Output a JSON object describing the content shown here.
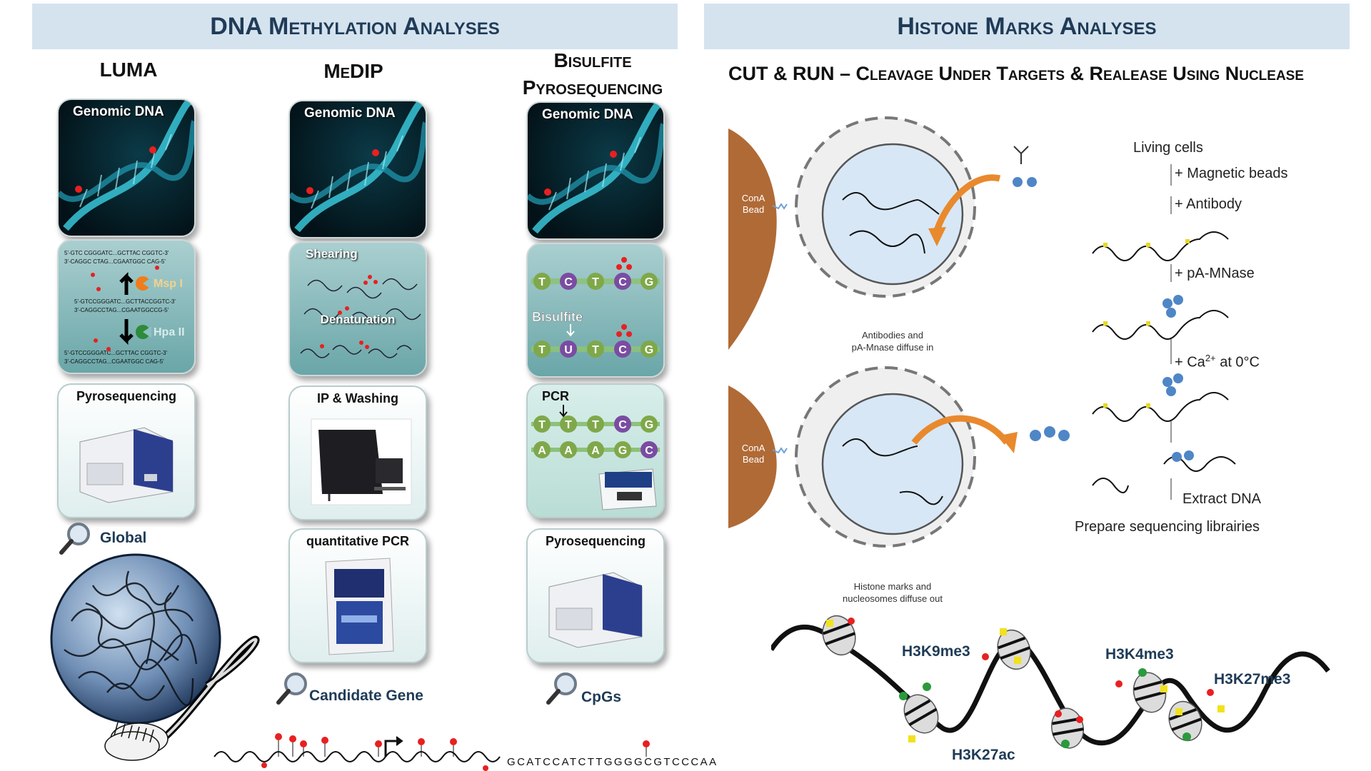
{
  "banners": {
    "dna": "DNA Methylation Analyses",
    "histone": "Histone Marks Analyses"
  },
  "columns": {
    "luma": "LUMA",
    "medip": "MeDIP",
    "bisulfite_line1": "Bisulfite",
    "bisulfite_line2": "Pyrosequencing"
  },
  "tiles": {
    "genomic_dna": "Genomic DNA",
    "msp": "Msp I",
    "hpa": "Hpa II",
    "pyrosequencing": "Pyrosequencing",
    "shearing": "Shearing",
    "denaturation": "Denaturation",
    "ip_washing": "IP & Washing",
    "qpcr": "quantitative PCR",
    "bisulfite": "Bisulfite",
    "pcr": "PCR"
  },
  "msp_seq": {
    "top1": "5'-GTC  CGGGATC...GCTTAC  CGGTC-3'",
    "top2": "3'-CAGGC  CTAG...CGAATGGC  CAG-5'",
    "mid1": "5'-GTCCGGGATC...GCTTACCGGTC-3'",
    "mid2": "3'-CAGGCCTAG...CGAATGGCCG-5'",
    "bot1": "5'-GTCCGGGATC...GCTTAC  CGGTC-3'",
    "bot2": "3'-CAGGCCTAG...CGAATGGC  CAG-5'"
  },
  "bases": {
    "bis_top": [
      "T",
      "C",
      "T",
      "C",
      "G"
    ],
    "bis_bottom": [
      "T",
      "U",
      "T",
      "C",
      "G"
    ],
    "pcr_top": [
      "T",
      "T",
      "T",
      "C",
      "G"
    ],
    "pcr_bottom": [
      "A",
      "A",
      "A",
      "G",
      "C"
    ]
  },
  "scope": {
    "global": "Global",
    "candidate": "Candidate Gene",
    "cpgs": "CpGs"
  },
  "sequence": "GCATCCATCTTGGGGCGTCCCAA",
  "cutrun": {
    "title": "CUT & RUN – Cleavage Under Targets & Realease Using Nuclease",
    "cona1": "ConA Bead",
    "cona2": "ConA Bead",
    "caption1_l1": "Antibodies and",
    "caption1_l2": "pA-Mnase diffuse in",
    "caption2_l1": "Histone marks and",
    "caption2_l2": "nucleosomes diffuse out",
    "steps": {
      "living": "Living cells",
      "beads": "+ Magnetic beads",
      "antibody": "+ Antibody",
      "pamnase": "+ pA-MNase",
      "ca": "+ Ca",
      "ca_sup": "2+",
      "ca_rest": " at 0°C",
      "extract": "Extract DNA",
      "prepare": "Prepare sequencing librairies"
    }
  },
  "marks": {
    "h3k9me3": "H3K9me3",
    "h3k4me3": "H3K4me3",
    "h3k27me3": "H3K27me3",
    "h3k27ac": "H3K27ac"
  }
}
